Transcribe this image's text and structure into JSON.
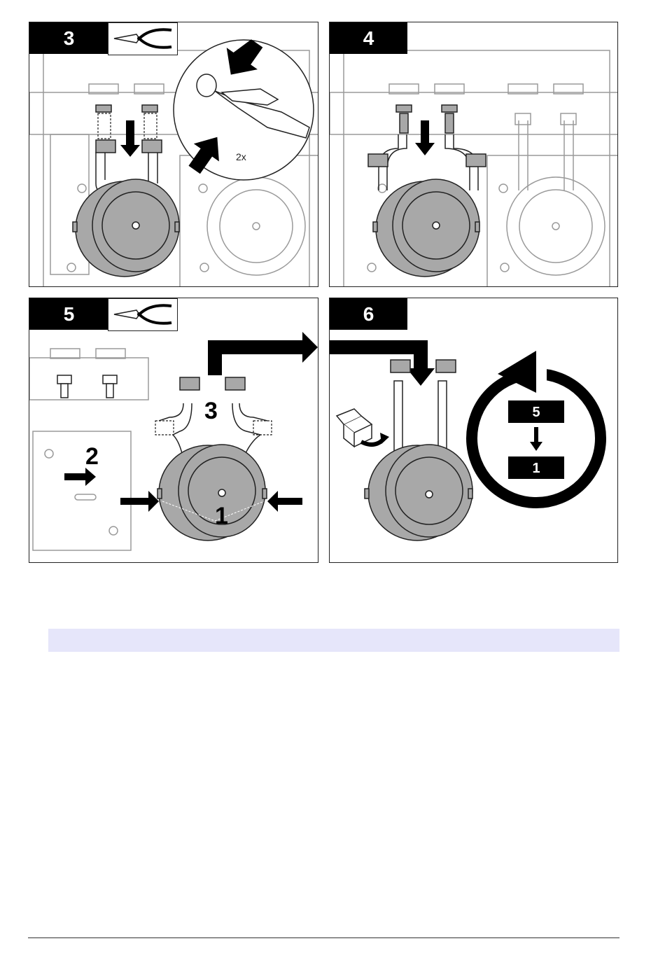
{
  "steps": [
    {
      "number": "3",
      "tool_icon": "pliers-icon",
      "note": "2x"
    },
    {
      "number": "4"
    },
    {
      "number": "5",
      "tool_icon": "pliers-icon",
      "callouts": [
        "1",
        "2",
        "3"
      ]
    },
    {
      "number": "6",
      "cycle_from": "5",
      "cycle_to": "1",
      "icon": "tube-box-icon"
    }
  ],
  "colors": {
    "part_gray": "#a8a8a8",
    "outline": "#222222",
    "ghost": "#9a9a9a",
    "note_bar": "#e6e6fa"
  }
}
